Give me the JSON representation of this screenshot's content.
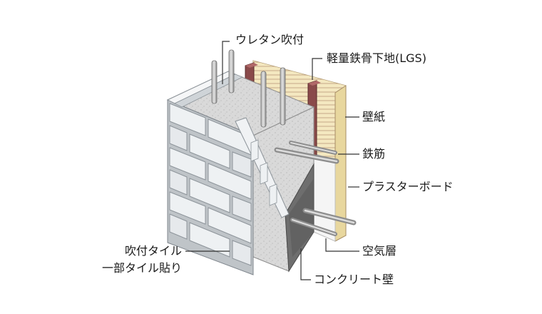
{
  "diagram": {
    "labels": {
      "urethane_spray": "ウレタン吹付",
      "lgs": "軽量鉄骨下地(LGS)",
      "wallpaper": "壁紙",
      "rebar": "鉄筋",
      "plasterboard": "プラスターボード",
      "air_layer": "空気層",
      "concrete_wall": "コンクリート壁",
      "spray_tile_line1": "吹付タイル",
      "spray_tile_line2": "一部タイル貼り"
    },
    "colors": {
      "tile_face": "#e9ecef",
      "tile_edge": "#9aa1a8",
      "concrete_top": "#dcdcdc",
      "concrete_side": "#6e6e6e",
      "concrete_front": "#9a9a9a",
      "urethane": "#c9c9c9",
      "plaster": "#f3e7bd",
      "wood_line": "#c7a985",
      "lgs": "#8a4a4a",
      "rebar": "#8f8f8f",
      "leader": "#333333"
    }
  }
}
